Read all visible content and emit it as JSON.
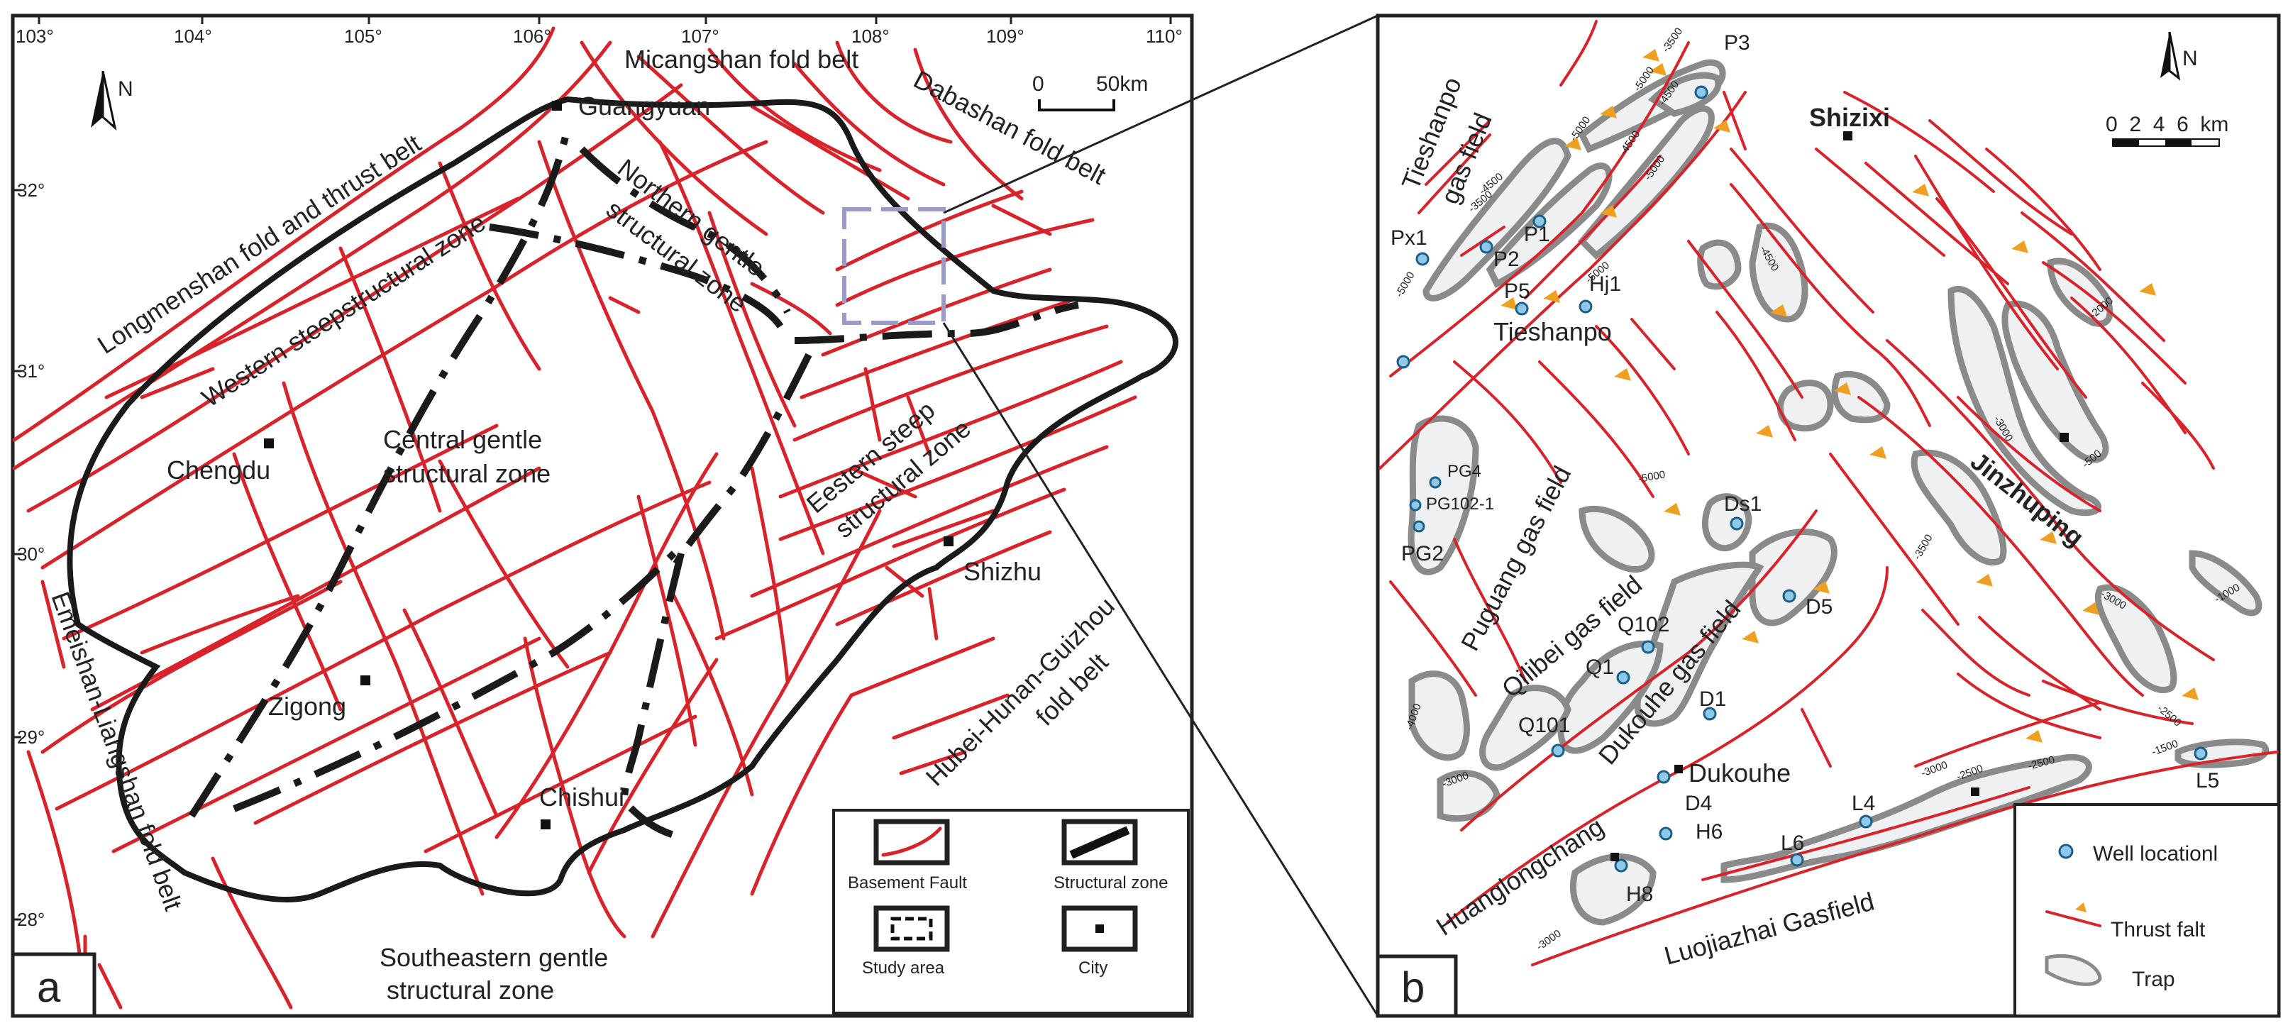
{
  "panel_a": {
    "label": "a",
    "lon_ticks": [
      "103°",
      "104°",
      "105°",
      "106°",
      "107°",
      "108°",
      "109°",
      "110°"
    ],
    "lat_ticks": [
      "32°",
      "31°",
      "30°",
      "29°",
      "28°"
    ],
    "north": "N",
    "scale": {
      "zero": "0",
      "end": "50km"
    },
    "cities": {
      "guangyuan": "Guangyuan",
      "chengdu": "Chengdu",
      "zigong": "Zigong",
      "chishui": "Chishui",
      "shizhu": "Shizhu"
    },
    "regions": {
      "micangshan": "Micangshan fold  belt",
      "dabashan": "Dabashan fold  belt",
      "longmenshan": "Longmenshan fold and thrust belt",
      "western": "Western steepstructural zone",
      "northern_1": "Northern gentle",
      "northern_2": "structural zone",
      "central_1": "Central gentle",
      "central_2": "structural zone",
      "eastern_1": "Eestern steep",
      "eastern_2": "structural zone",
      "hubei_1": "Hubei-Hunan-Guizhou",
      "hubei_2": "fold  belt",
      "emeishan": "Emeishan-Liangshan fold  belt",
      "southeastern_1": "Southeastern gentle",
      "southeastern_2": "structural zone"
    },
    "legend": {
      "basement_fault": "Basement Fault",
      "structural_zone": "Structural zone",
      "study_area": "Study area",
      "city": "City"
    }
  },
  "panel_b": {
    "label": "b",
    "north": "N",
    "scale": "0  2  4  6  km",
    "places": {
      "shizixi": "Shizixi",
      "jinzhuping": "Jinzhuping",
      "tieshanpo": "Tieshanpo",
      "dukouhe": "Dukouhe",
      "huanglongchang": "Huanglongchang",
      "luojiazhai": "Luojiazhai Gasfield"
    },
    "fields": {
      "tieshanpo_1": "Tieshanpo",
      "tieshanpo_2": "gas field",
      "puguang": "Puguang gas field",
      "qilibei": "Qilibei gas field",
      "dukouhe": "Dukouhe gas field"
    },
    "wells": [
      "P3",
      "Px1",
      "P1",
      "P2",
      "P5",
      "Hj1",
      "PG4",
      "PG102-1",
      "PG2",
      "Ds1",
      "D5",
      "Q102",
      "Q1",
      "D1",
      "Q101",
      "D4",
      "H6",
      "L6",
      "L4",
      "H8",
      "L5"
    ],
    "contours": [
      "-3500",
      "-5000",
      "-4500",
      "-5000",
      "-4500",
      "-5000",
      "-4500",
      "-3500",
      "-5000",
      "-5000",
      "-4500",
      "-2000",
      "-3000",
      "-500",
      "-3500",
      "-3000",
      "-1000",
      "-2500",
      "-5000",
      "-4000",
      "-3000",
      "-3000",
      "-2500",
      "-2500",
      "-1500",
      "-3000"
    ],
    "legend": {
      "well": "Well locationl",
      "thrust": "Thrust falt",
      "trap": "Trap"
    }
  },
  "colors": {
    "fault": "#d8232a",
    "boundary": "#1a1a1a",
    "study_area": "#9a9acb",
    "trap_fill": "#eef0f2",
    "trap_stroke": "#8a8a8a",
    "well": "#8ec9ea",
    "thrust_tick": "#f0a020"
  }
}
